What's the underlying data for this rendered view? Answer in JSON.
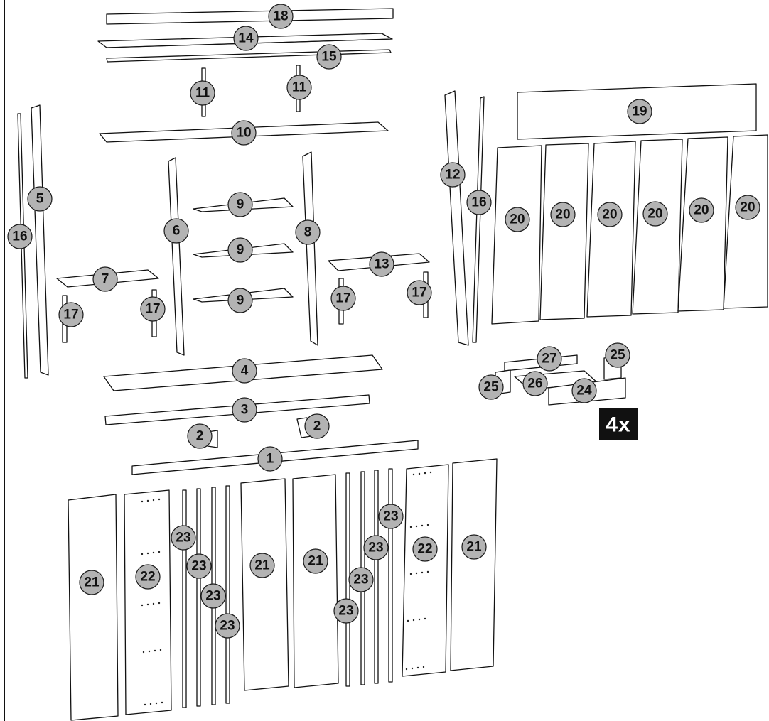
{
  "labels": {
    "p1": "1",
    "p2a": "2",
    "p2b": "2",
    "p3": "3",
    "p4": "4",
    "p5": "5",
    "p6": "6",
    "p7": "7",
    "p8": "8",
    "p9a": "9",
    "p9b": "9",
    "p9c": "9",
    "p10": "10",
    "p11a": "11",
    "p11b": "11",
    "p12": "12",
    "p13": "13",
    "p14": "14",
    "p15": "15",
    "p16a": "16",
    "p16b": "16",
    "p17a": "17",
    "p17b": "17",
    "p17c": "17",
    "p17d": "17",
    "p18": "18",
    "p19": "19",
    "p20a": "20",
    "p20b": "20",
    "p20c": "20",
    "p20d": "20",
    "p20e": "20",
    "p20f": "20",
    "p21a": "21",
    "p21b": "21",
    "p21c": "21",
    "p21d": "21",
    "p22a": "22",
    "p22b": "22",
    "p23a": "23",
    "p23b": "23",
    "p23c": "23",
    "p23d": "23",
    "p23e": "23",
    "p23f": "23",
    "p23g": "23",
    "p23h": "23",
    "p24": "24",
    "p25a": "25",
    "p25b": "25",
    "p26": "26",
    "p27": "27"
  },
  "quantity_badge": "4x"
}
